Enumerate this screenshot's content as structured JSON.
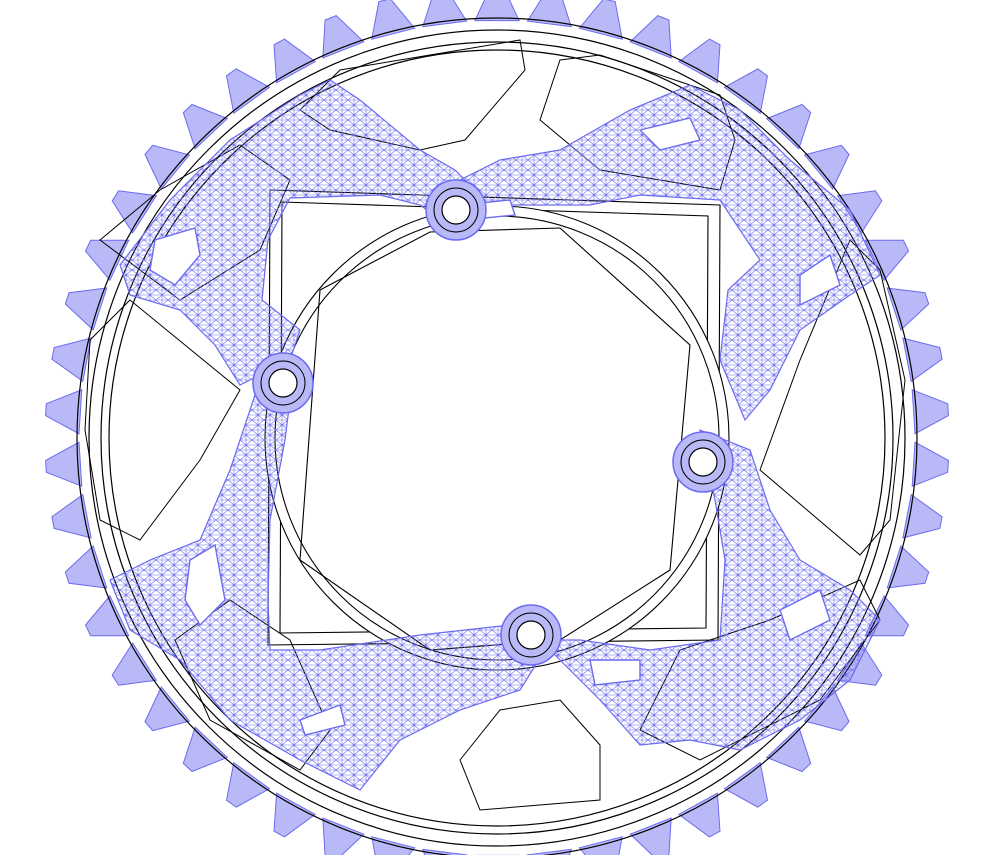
{
  "figure": {
    "subject": "sprocket-cad-overlay",
    "background_color": "#ffffff",
    "outline_color": "#000000",
    "mesh_color": "#6b6bf0",
    "mesh_fill_color": "#b9b9f7",
    "tooth_count": 50,
    "bolt_hole_count": 4,
    "lightening_window_count": 8,
    "mesh_arm_count": 4,
    "mesh_cutout_count": 8
  }
}
